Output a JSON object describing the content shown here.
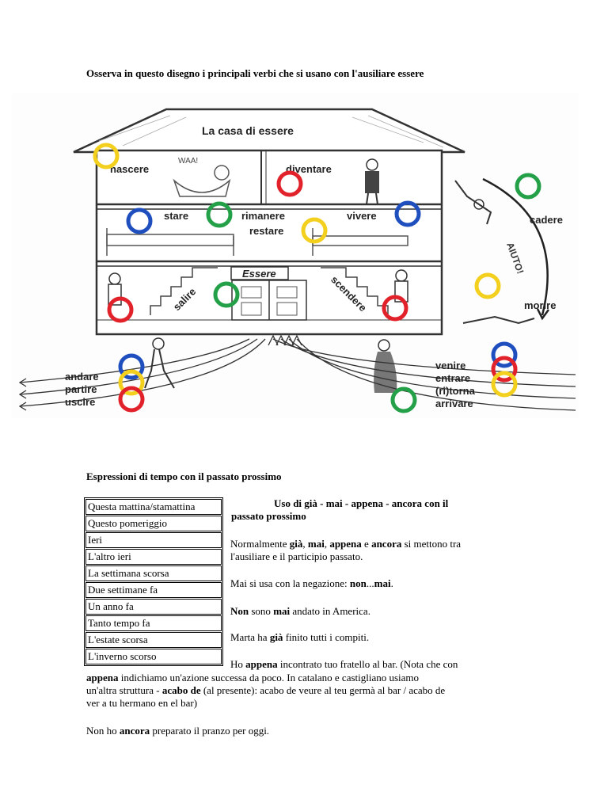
{
  "intro": "Osserva in questo disegno i principali verbi che si usano con l'ausiliare essere",
  "illustration": {
    "title": "La casa di essere",
    "door_sign": "Essere",
    "aiuto": "AIUTO!",
    "waa": "WAA!",
    "verbs": {
      "nascere": "nascere",
      "diventare": "diventare",
      "stare": "stare",
      "rimanere": "rimanere",
      "restare": "restare",
      "vivere": "vivere",
      "salire": "salire",
      "scendere": "scendere",
      "cadere": "cadere",
      "morire": "morire",
      "andare": "andare",
      "partire": "partire",
      "uscire": "uscire",
      "venire": "venire",
      "entrare": "entrare",
      "ritornare": "(ri)torna",
      "arrivare": "arrivare"
    },
    "ring_colors": {
      "yellow": "#f3cf1e",
      "red": "#e2222b",
      "blue": "#1f4fbf",
      "green": "#23a048"
    }
  },
  "section2_title": "Espressioni di tempo con il passato prossimo",
  "time_expressions": [
    "Questa mattina/stamattina",
    " Questo pomeriggio",
    "Ieri",
    "L'altro ieri",
    "La settimana scorsa",
    "Due settimane fa",
    "Un anno fa",
    "Tanto tempo fa",
    "L'estate scorsa",
    "L'inverno scorso"
  ],
  "usage": {
    "heading_a": "Uso di già - mai - appena - ancora con il",
    "heading_b": "passato prossimo",
    "p1": {
      "a": "Normalmente ",
      "b": "già",
      "c": ", ",
      "d": "mai",
      "e": ", ",
      "f": "appena",
      "g": " e ",
      "h": "ancora",
      "i": " si mettono tra",
      "j": "l'ausiliare e il participio passato."
    },
    "p2": {
      "a": "Mai si usa con la negazione: ",
      "b": "non",
      "c": "...",
      "d": "mai",
      "e": "."
    },
    "p3": {
      "a": "Non",
      "b": " sono ",
      "c": "mai",
      "d": " andato in America."
    },
    "p4": {
      "a": "Marta ha ",
      "b": "già",
      "c": " finito tutti i compiti."
    },
    "p5": {
      "a": "Ho ",
      "b": "appena",
      "c": " incontrato tuo fratello al bar. (Nota che con",
      "d": "appena",
      "e": " indichiamo un'azione successa da poco. In catalano e castigliano usiamo",
      "f": "un'altra struttura - ",
      "g": "acabo de",
      "h": " (al presente): acabo de veure al teu germà al bar / acabo de",
      "i": "ver a tu hermano en el bar)"
    },
    "p6": {
      "a": "Non ho ",
      "b": "ancora",
      "c": " preparato il pranzo per oggi."
    }
  }
}
